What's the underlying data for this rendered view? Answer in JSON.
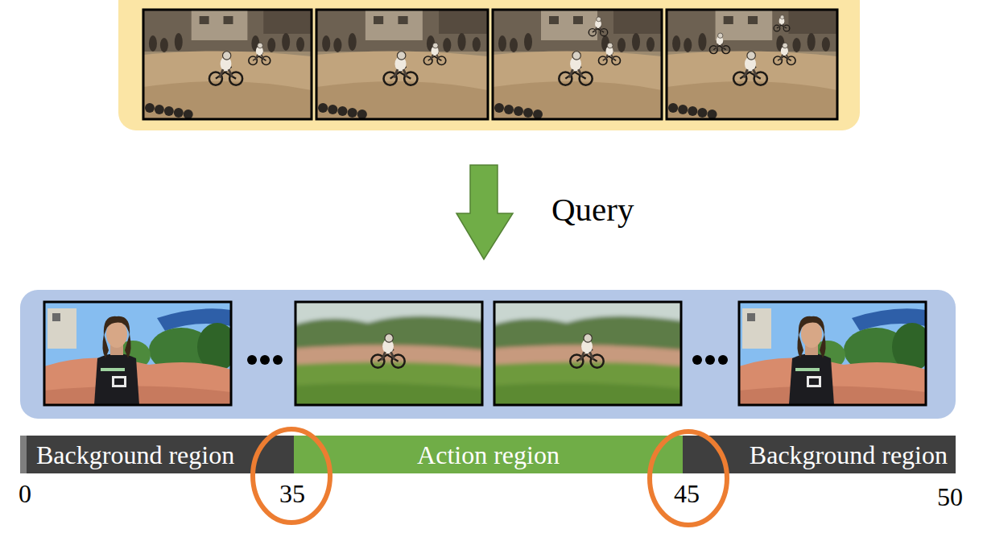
{
  "diagram": {
    "nodes": [
      {
        "text": [
          "Background region"
        ]
      },
      {
        "text": [
          "Action region"
        ]
      },
      {
        "text": [
          "Background region"
        ]
      }
    ],
    "labels": [
      "Query",
      "0",
      "35",
      "45",
      "50"
    ]
  }
}
